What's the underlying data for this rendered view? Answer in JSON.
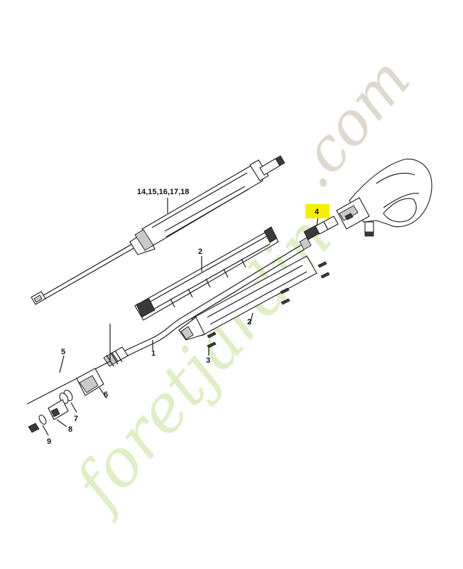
{
  "callouts": {
    "c14": "14,15,16,17,18",
    "c2a": "2",
    "c4": "4",
    "c2b": "2",
    "c1": "1",
    "c3": "3",
    "c5": "5",
    "c6": "6",
    "c7": "7",
    "c8": "8",
    "c9": "9"
  },
  "highlight_color": "#f4f000",
  "watermark": {
    "text_left": "foretjardin",
    "text_right": ".com",
    "color_green": "#dfeec4",
    "color_gray": "#ddd6cc"
  }
}
